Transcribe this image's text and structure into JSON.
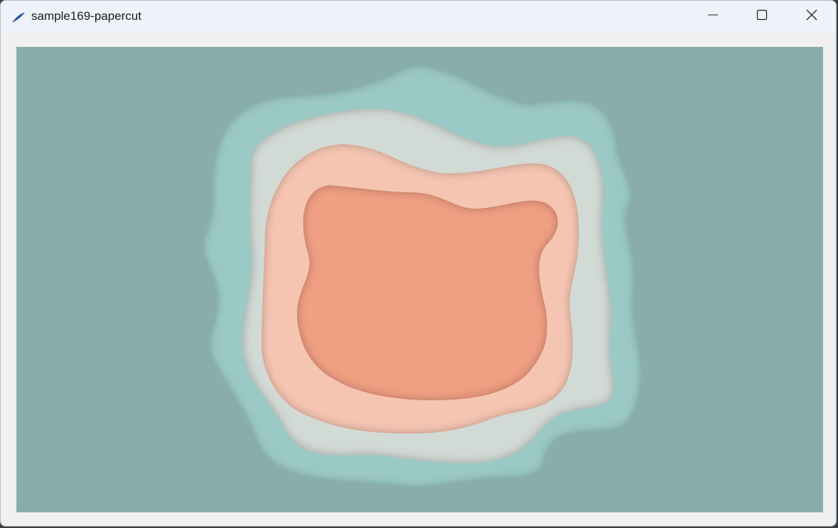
{
  "window": {
    "title": "sample169-papercut",
    "app_icon": "feather-pen-icon",
    "controls": {
      "minimize": "minimize-icon",
      "maximize": "maximize-icon",
      "close": "close-icon"
    }
  },
  "canvas": {
    "background_color": "#89adaa",
    "layers": [
      {
        "name": "outer",
        "color": "#9bc9c6"
      },
      {
        "name": "second",
        "color": "#d2dad5"
      },
      {
        "name": "third",
        "color": "#f6c5b2"
      },
      {
        "name": "inner",
        "color": "#f09f82"
      }
    ]
  }
}
